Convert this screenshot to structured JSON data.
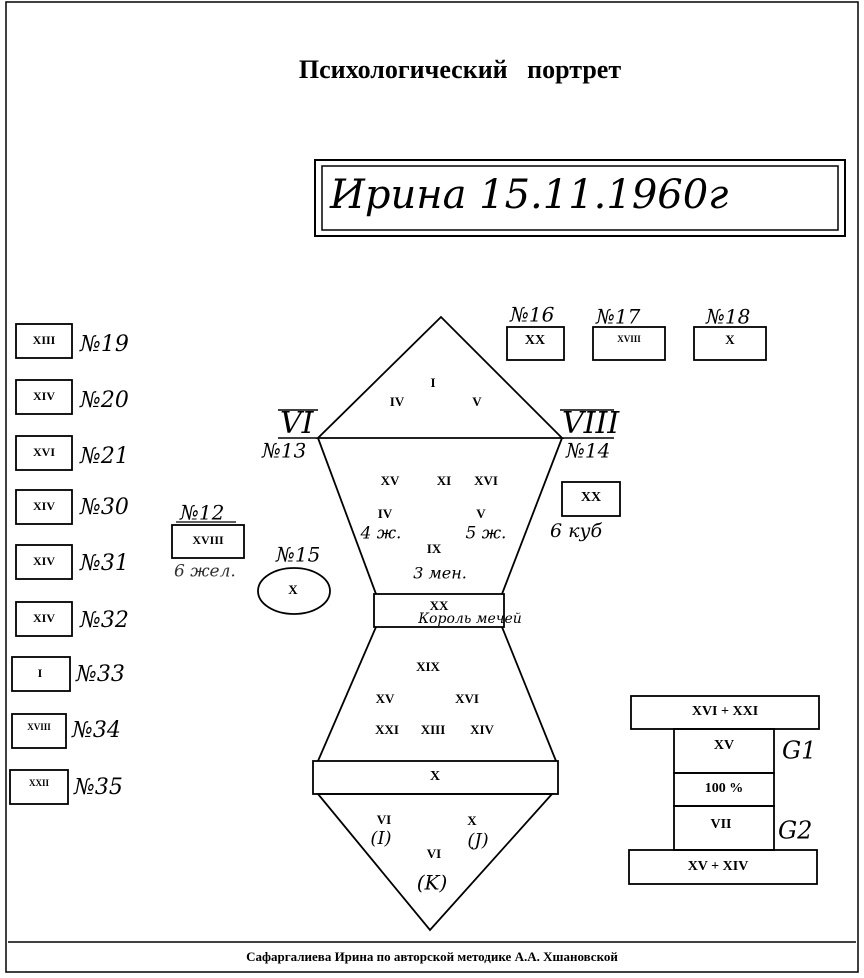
{
  "title": "Психологический   портрет",
  "name_date": "Ирина 15.11.1960г",
  "footer": "Сафаргалиева Ирина по авторской методике А.А. Хшановской",
  "left_column": [
    {
      "value": "XIII",
      "label": "№19"
    },
    {
      "value": "XIV",
      "label": "№20"
    },
    {
      "value": "XVI",
      "label": "№21"
    },
    {
      "value": "XIV",
      "label": "№30"
    },
    {
      "value": "XIV",
      "label": "№31"
    },
    {
      "value": "XIV",
      "label": "№32"
    },
    {
      "value": "I",
      "label": "№33"
    },
    {
      "value": "XVIII",
      "label": "№34"
    },
    {
      "value": "XXII",
      "label": "№35"
    }
  ],
  "top_boxes": [
    {
      "label": "№16",
      "value": "XX"
    },
    {
      "label": "№17",
      "value": "XVIII"
    },
    {
      "label": "№18",
      "value": "X"
    }
  ],
  "side_items": {
    "n12": {
      "label": "№12",
      "value": "XVIII",
      "note": "6 жел."
    },
    "n15": {
      "label": "№15",
      "value": "X"
    },
    "n14_box": {
      "value": "XX",
      "note": "6 куб"
    }
  },
  "corners": {
    "left": {
      "roman": "VI",
      "label": "№13"
    },
    "right": {
      "roman": "VIII",
      "label": "№14"
    }
  },
  "top_triangle": {
    "top": "I",
    "left": "IV",
    "right": "V"
  },
  "upper_body": {
    "row1": [
      "XV",
      "XI",
      "XVI"
    ],
    "iv": "IV",
    "iv_note": "4 ж.",
    "v": "V",
    "v_note": "5 ж.",
    "ix": "IX",
    "ix_note": "3 мен."
  },
  "waist": {
    "value": "XX",
    "note": "Король мечей"
  },
  "lower_body": {
    "top": "XIX",
    "row2": [
      "XV",
      "XVI"
    ],
    "row3": [
      "XXI",
      "XIII",
      "XIV"
    ]
  },
  "belt": {
    "value": "X"
  },
  "bottom_triangle": {
    "left": "VI",
    "left_note": "(I)",
    "right": "X",
    "right_note": "(J)",
    "bottom": "VI",
    "bottom_note": "(K)"
  },
  "right_block": {
    "top": "XVI + XXI",
    "r1": "XV",
    "r2": "100 %",
    "r3": "VII",
    "bottom": "XV + XIV",
    "g1": "G1",
    "g2": "G2"
  }
}
